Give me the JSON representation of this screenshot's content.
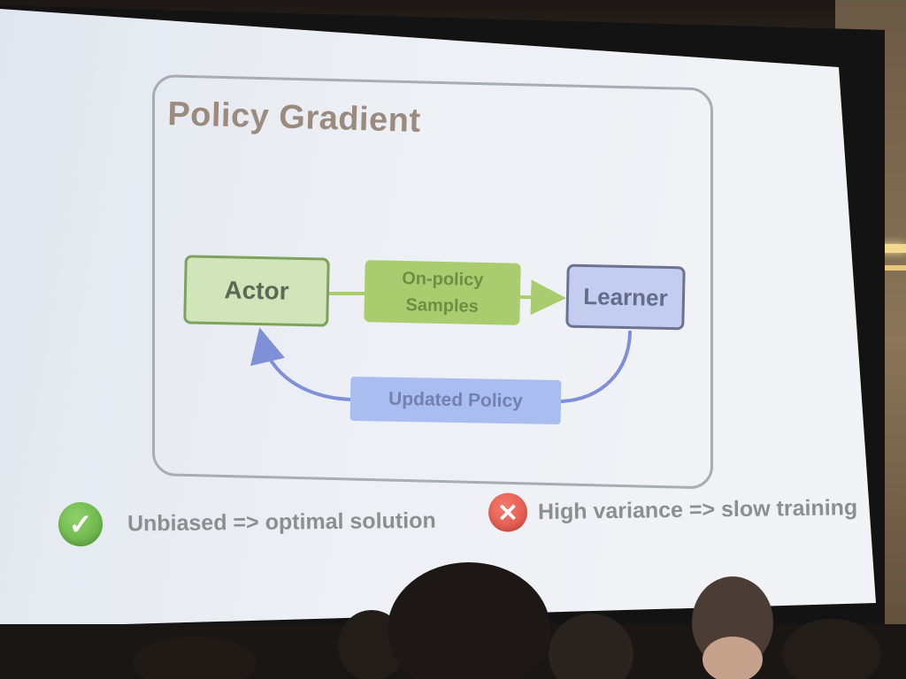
{
  "slide": {
    "title": "Policy Gradient",
    "nodes": {
      "actor": "Actor",
      "samples_line1": "On-policy",
      "samples_line2": "Samples",
      "learner": "Learner",
      "updated_policy": "Updated Policy"
    },
    "bullets": [
      {
        "icon": "check-icon",
        "text": "Unbiased => optimal solution",
        "color": "#6cc24a"
      },
      {
        "icon": "cross-icon",
        "text": "High variance => slow training",
        "color": "#e8564a"
      }
    ]
  },
  "colors": {
    "actor_fill": "#d2e4ba",
    "samples_fill": "#a9cc6f",
    "learner_fill": "#c4cdf0",
    "policy_fill": "#a9bdf0",
    "arrow_green": "#a9cc6f",
    "arrow_blue": "#8090d8"
  }
}
